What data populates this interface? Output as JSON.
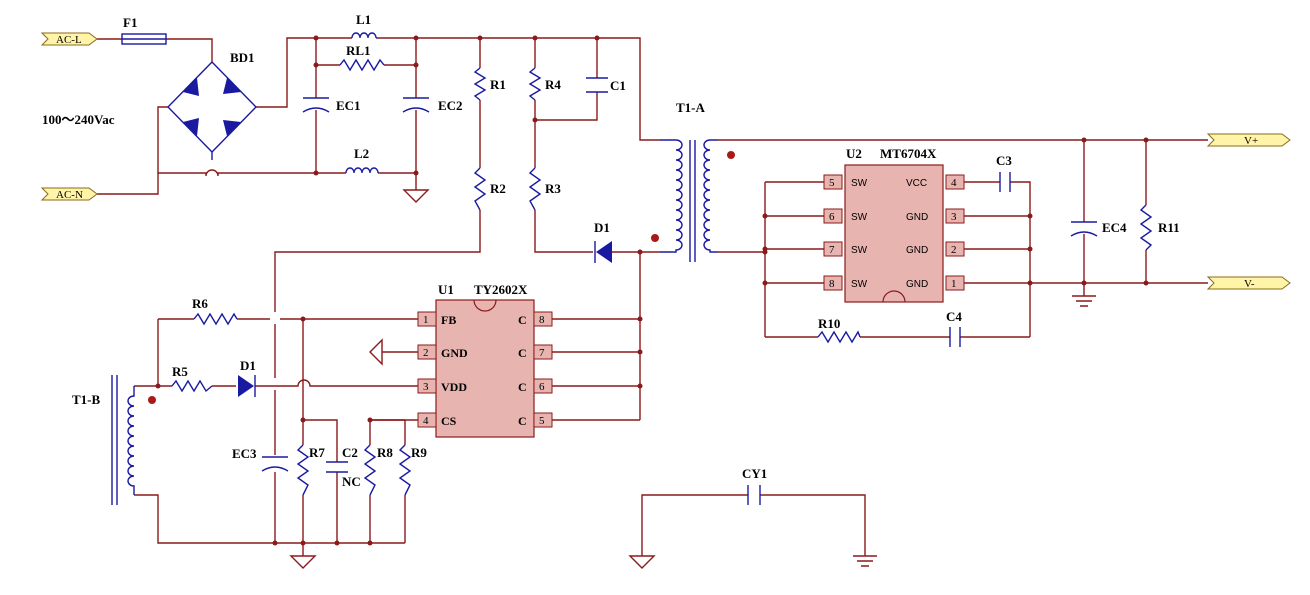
{
  "ports": {
    "ac_l": "AC-L",
    "ac_n": "AC-N",
    "v_plus": "V+",
    "v_minus": "V-"
  },
  "input_voltage": "100～240Vac",
  "designators": {
    "f1": "F1",
    "bd1": "BD1",
    "l1": "L1",
    "rl1": "RL1",
    "l2": "L2",
    "ec1": "EC1",
    "ec2": "EC2",
    "r1": "R1",
    "r2": "R2",
    "r4": "R4",
    "r3": "R3",
    "c1": "C1",
    "t1a": "T1-A",
    "d1_top": "D1",
    "t1b": "T1-B",
    "r6": "R6",
    "r5": "R5",
    "d1_bot": "D1",
    "ec3": "EC3",
    "r7": "R7",
    "c2": "C2",
    "c2_value": "NC",
    "r8": "R8",
    "r9": "R9",
    "u1": "U1",
    "u1_part": "TY2602X",
    "u2": "U2",
    "u2_part": "MT6704X",
    "c3": "C3",
    "c4": "C4",
    "r10": "R10",
    "ec4": "EC4",
    "r11": "R11",
    "cy1": "CY1"
  },
  "u1_pins": {
    "left": [
      {
        "num": "1",
        "name": "FB"
      },
      {
        "num": "2",
        "name": "GND"
      },
      {
        "num": "3",
        "name": "VDD"
      },
      {
        "num": "4",
        "name": "CS"
      }
    ],
    "right": [
      {
        "num": "8",
        "name": "C"
      },
      {
        "num": "7",
        "name": "C"
      },
      {
        "num": "6",
        "name": "C"
      },
      {
        "num": "5",
        "name": "C"
      }
    ]
  },
  "u2_pins": {
    "left": [
      {
        "num": "5",
        "name": "SW"
      },
      {
        "num": "6",
        "name": "SW"
      },
      {
        "num": "7",
        "name": "SW"
      },
      {
        "num": "8",
        "name": "SW"
      }
    ],
    "right": [
      {
        "num": "4",
        "name": "VCC"
      },
      {
        "num": "3",
        "name": "GND"
      },
      {
        "num": "2",
        "name": "GND"
      },
      {
        "num": "1",
        "name": "GND"
      }
    ]
  }
}
